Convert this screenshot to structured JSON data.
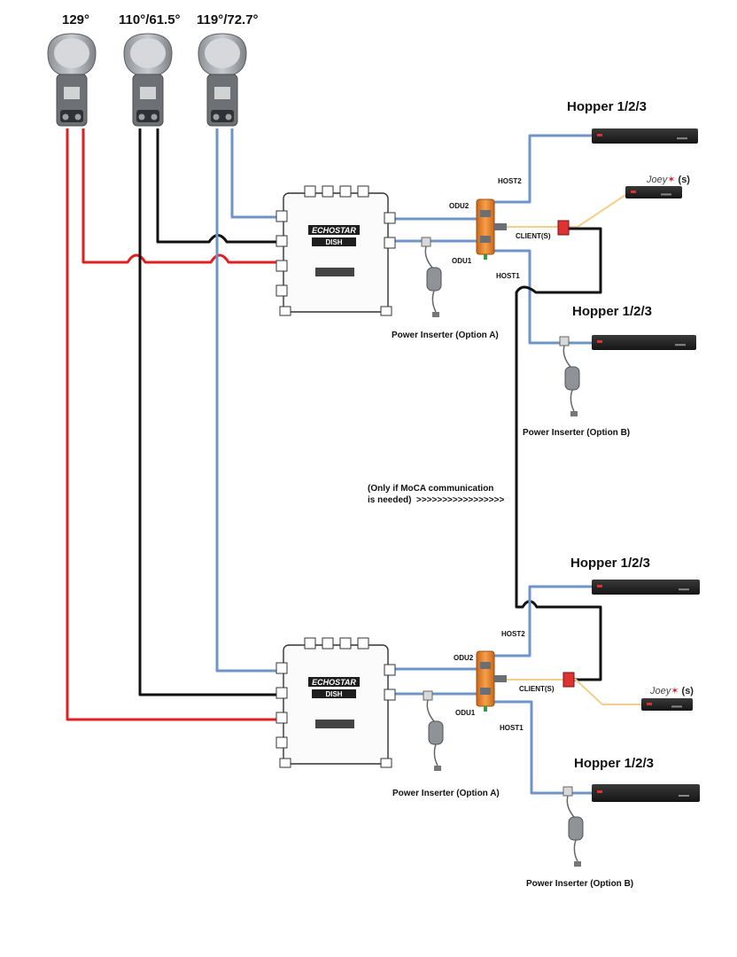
{
  "lnbs": [
    {
      "label": "129°"
    },
    {
      "label": "110°/61.5°"
    },
    {
      "label": "119°/72.7°"
    }
  ],
  "switches": [
    {
      "brand": "ECHOSTAR",
      "logo": "DISH"
    },
    {
      "brand": "ECHOSTAR",
      "logo": "DISH"
    }
  ],
  "splitter_top": {
    "odu2": "ODU2",
    "odu1": "ODU1",
    "host2": "HOST2",
    "host1": "HOST1",
    "client": "CLIENT(S)"
  },
  "splitter_bottom": {
    "odu2": "ODU2",
    "odu1": "ODU1",
    "host2": "HOST2",
    "host1": "HOST1",
    "client": "CLIENT(S)"
  },
  "hoppers": [
    {
      "label": "Hopper 1/2/3"
    },
    {
      "label": "Hopper 1/2/3"
    },
    {
      "label": "Hopper 1/2/3"
    },
    {
      "label": "Hopper 1/2/3"
    }
  ],
  "joeys": [
    {
      "label": "Joey",
      "suffix": "(s)"
    },
    {
      "label": "Joey",
      "suffix": "(s)"
    }
  ],
  "power_inserters": [
    {
      "label": "Power Inserter (Option A)"
    },
    {
      "label": "Power Inserter (Option B)"
    },
    {
      "label": "Power Inserter (Option A)"
    },
    {
      "label": "Power Inserter (Option B)"
    }
  ],
  "moca_note": "(Only if MoCA communication\nis needed)  >>>>>>>>>>>>>>>>>",
  "colors": {
    "red_cable": "#e02020",
    "black_cable": "#111111",
    "blue_cable": "#6f95c8",
    "yellow_cable": "#f2cf8a",
    "splitter": "#f08a24",
    "receiver": "#2a2a2a"
  }
}
